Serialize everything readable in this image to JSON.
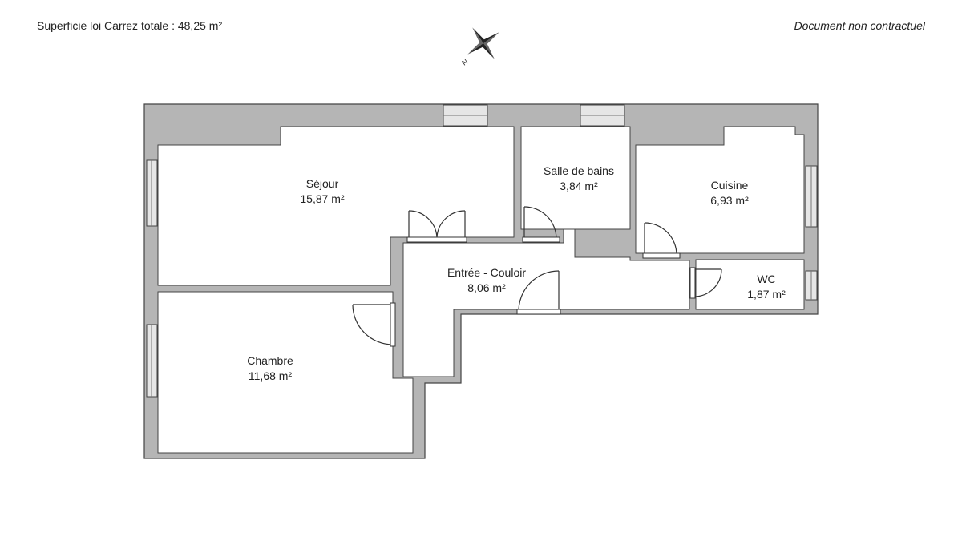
{
  "header": {
    "total_area_label": "Superficie loi Carrez totale :",
    "total_area_value": "48,25 m²",
    "disclaimer": "Document non contractuel"
  },
  "compass": {
    "north_label": "N"
  },
  "rooms": [
    {
      "name": "Séjour",
      "area": "15,87 m²"
    },
    {
      "name": "Salle de bains",
      "area": "3,84 m²"
    },
    {
      "name": "Cuisine",
      "area": "6,93 m²"
    },
    {
      "name": "Entrée - Couloir",
      "area": "8,06 m²"
    },
    {
      "name": "WC",
      "area": "1,87 m²"
    },
    {
      "name": "Chambre",
      "area": "11,68 m²"
    }
  ],
  "colors": {
    "wall": "#b5b5b5",
    "wall_edge": "#444444",
    "floor": "#ffffff",
    "window": "#e6e6e6"
  }
}
